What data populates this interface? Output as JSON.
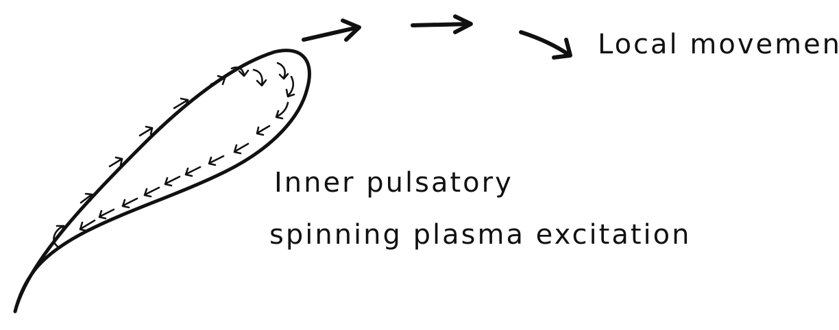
{
  "labels": {
    "local_movement": "Local movement",
    "inner_line1": "Inner pulsatory",
    "inner_line2": "spinning plasma excitation"
  },
  "colors": {
    "ink": "#111111",
    "background": "#ffffff"
  }
}
